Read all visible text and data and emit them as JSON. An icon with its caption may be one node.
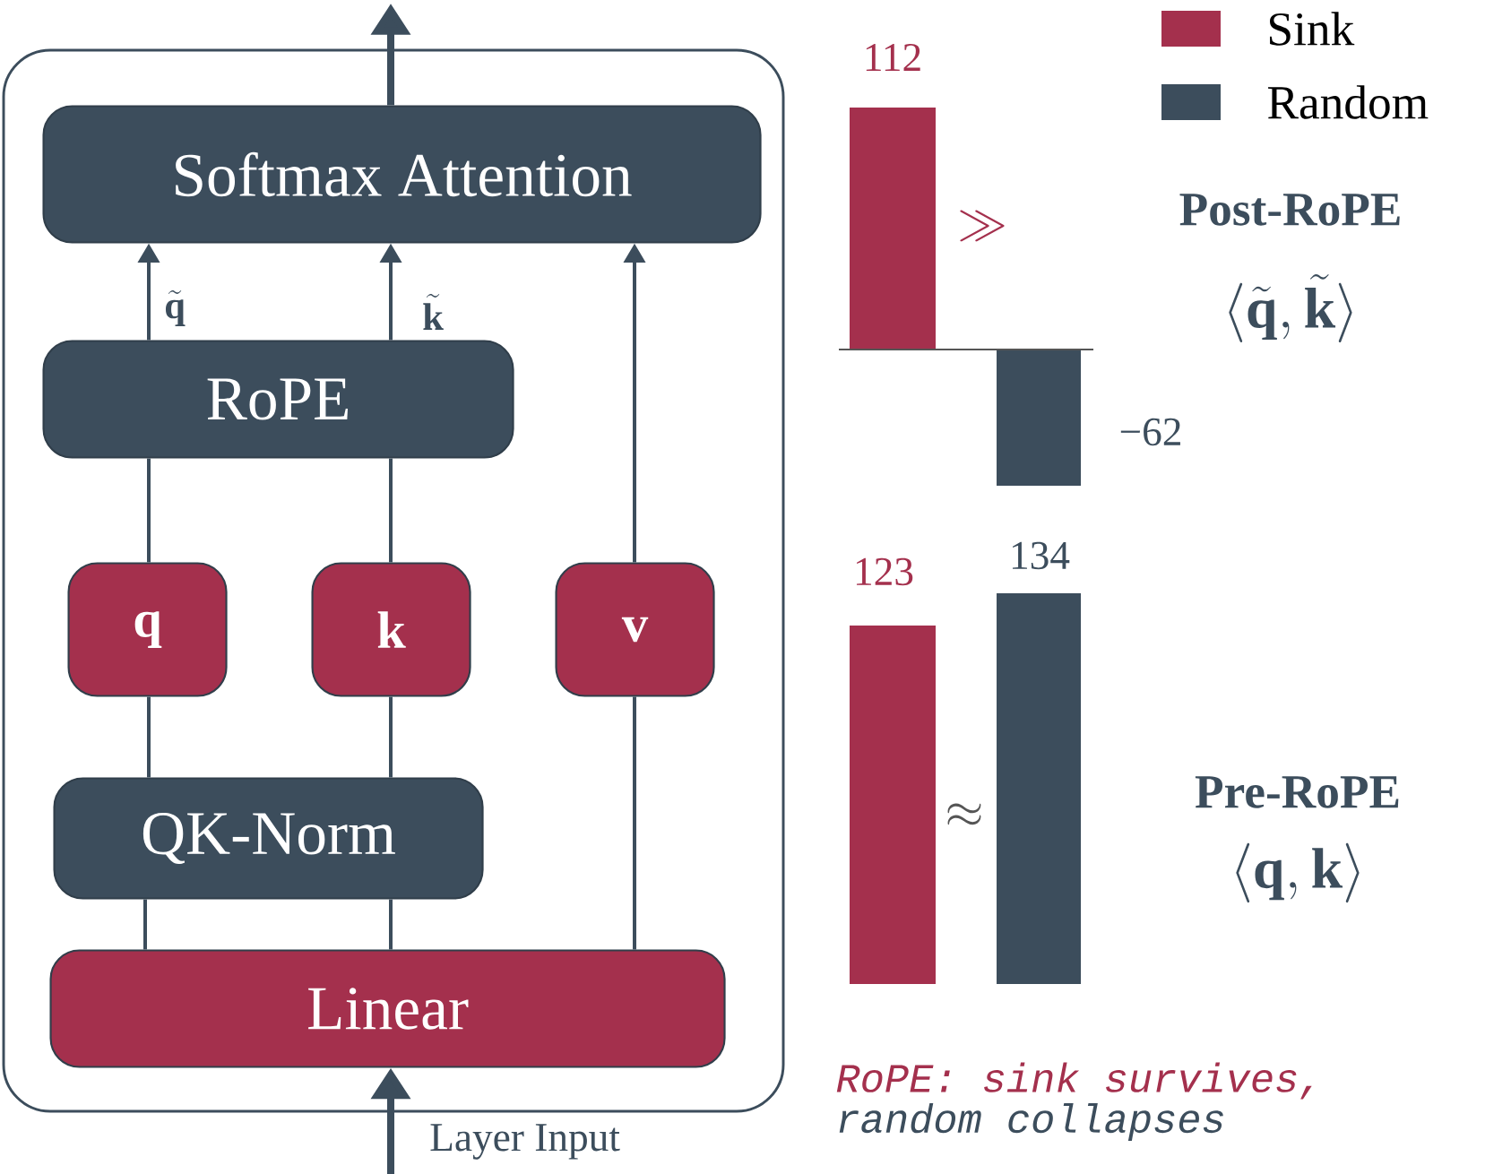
{
  "diagram": {
    "nodes": [
      {
        "text": [],
        "shape": "box"
      },
      {
        "text": [
          "Softmax Attention"
        ],
        "in": 0
      },
      {
        "text": [
          "RoPE"
        ],
        "in": 0
      },
      {
        "text": [
          "q"
        ],
        "in": 0
      },
      {
        "text": [
          "k"
        ],
        "in": 0
      },
      {
        "text": [
          "v"
        ],
        "in": 0
      },
      {
        "text": [
          "QK-Norm"
        ],
        "in": 0
      },
      {
        "text": [
          "Linear"
        ],
        "in": 0
      }
    ],
    "edges": [
      {
        "from": null,
        "to": 7,
        "arrow": "to",
        "style": "thick",
        "label": "Layer Input"
      },
      {
        "from": 7,
        "to": 6,
        "arrow": "none"
      },
      {
        "from": 7,
        "to": 6,
        "arrow": "none"
      },
      {
        "from": 7,
        "to": 5,
        "arrow": "none"
      },
      {
        "from": 6,
        "to": 3,
        "arrow": "none"
      },
      {
        "from": 6,
        "to": 4,
        "arrow": "none"
      },
      {
        "from": 3,
        "to": 2,
        "arrow": "none"
      },
      {
        "from": 4,
        "to": 2,
        "arrow": "none"
      },
      {
        "from": 2,
        "to": 1,
        "arrow": "to",
        "label": "\\tilde{\\mathbf{q}}"
      },
      {
        "from": 2,
        "to": 1,
        "arrow": "to",
        "label": "\\tilde{\\mathbf{k}}"
      },
      {
        "from": 5,
        "to": 1,
        "arrow": "to"
      },
      {
        "from": 1,
        "to": null,
        "arrow": "to",
        "style": "thick"
      }
    ],
    "labels": [
      "112",
      "Post-RoPE",
      "\\gg",
      "\\langle\\tilde{\\mathbf{q}},\\tilde{\\mathbf{k}}\\rangle",
      "−62",
      "123",
      "134",
      "Pre-RoPE",
      "\\approx",
      "\\langle\\mathbf{q},\\mathbf{k}\\rangle",
      "RoPE: sink survives,",
      "random collapses"
    ],
    "legend": [
      {
        "text": "Sink",
        "color": "#a4304d"
      },
      {
        "text": "Random",
        "color": "#3c4d5c"
      }
    ]
  }
}
